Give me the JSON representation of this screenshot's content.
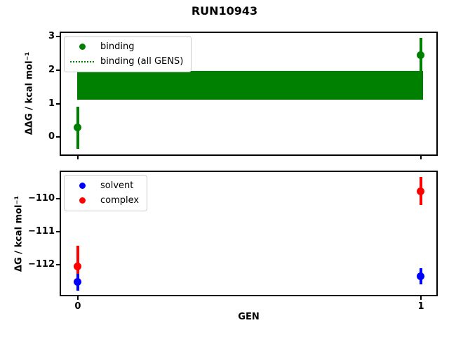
{
  "chart_data": [
    {
      "type": "scatter",
      "subplot": "top",
      "title": "RUN10943",
      "ylabel": "ΔΔG / kcal mol⁻¹",
      "xlim": [
        -0.049,
        1.045
      ],
      "ylim": [
        -0.52,
        3.11
      ],
      "yticks": [
        0,
        1,
        2,
        3
      ],
      "ytick_labels": [
        "0",
        "1",
        "2",
        "3"
      ],
      "xticks": [
        0,
        1
      ],
      "xtick_labels": [],
      "grid": false,
      "legend_position": "upper left",
      "legend": [
        {
          "label": "binding",
          "glyph": "dot",
          "color": "#008000"
        },
        {
          "label": "binding (all GENS)",
          "glyph": "dotted-line",
          "color": "#008000"
        }
      ],
      "series": [
        {
          "name": "binding",
          "color": "#008000",
          "marker": "o",
          "x": [
            0,
            1
          ],
          "y": [
            0.28,
            2.45
          ],
          "yerr": [
            0.63,
            0.52
          ]
        }
      ],
      "band": {
        "name": "binding (all GENS)",
        "color": "#008000",
        "x_from": 0,
        "x_to": 1,
        "y_lo": 1.12,
        "y_hi": 1.97
      }
    },
    {
      "type": "scatter",
      "subplot": "bottom",
      "xlabel": "GEN",
      "ylabel": "ΔG / kcal mol⁻¹",
      "xlim": [
        -0.049,
        1.045
      ],
      "ylim": [
        -112.93,
        -109.18
      ],
      "yticks": [
        -110,
        -111,
        -112
      ],
      "ytick_labels": [
        "−110",
        "−111",
        "−112"
      ],
      "xticks": [
        0,
        1
      ],
      "xtick_labels": [
        "0",
        "1"
      ],
      "grid": false,
      "legend_position": "upper left",
      "legend": [
        {
          "label": "solvent",
          "glyph": "dot",
          "color": "#0000ff"
        },
        {
          "label": "complex",
          "glyph": "dot",
          "color": "#ff0000"
        }
      ],
      "series": [
        {
          "name": "solvent",
          "color": "#0000ff",
          "marker": "o",
          "x": [
            0,
            1
          ],
          "y": [
            -112.54,
            -112.36
          ],
          "yerr": [
            0.26,
            0.25
          ]
        },
        {
          "name": "complex",
          "color": "#ff0000",
          "marker": "o",
          "x": [
            0,
            1
          ],
          "y": [
            -112.06,
            -109.76
          ],
          "yerr": [
            0.64,
            0.43
          ]
        }
      ]
    }
  ]
}
